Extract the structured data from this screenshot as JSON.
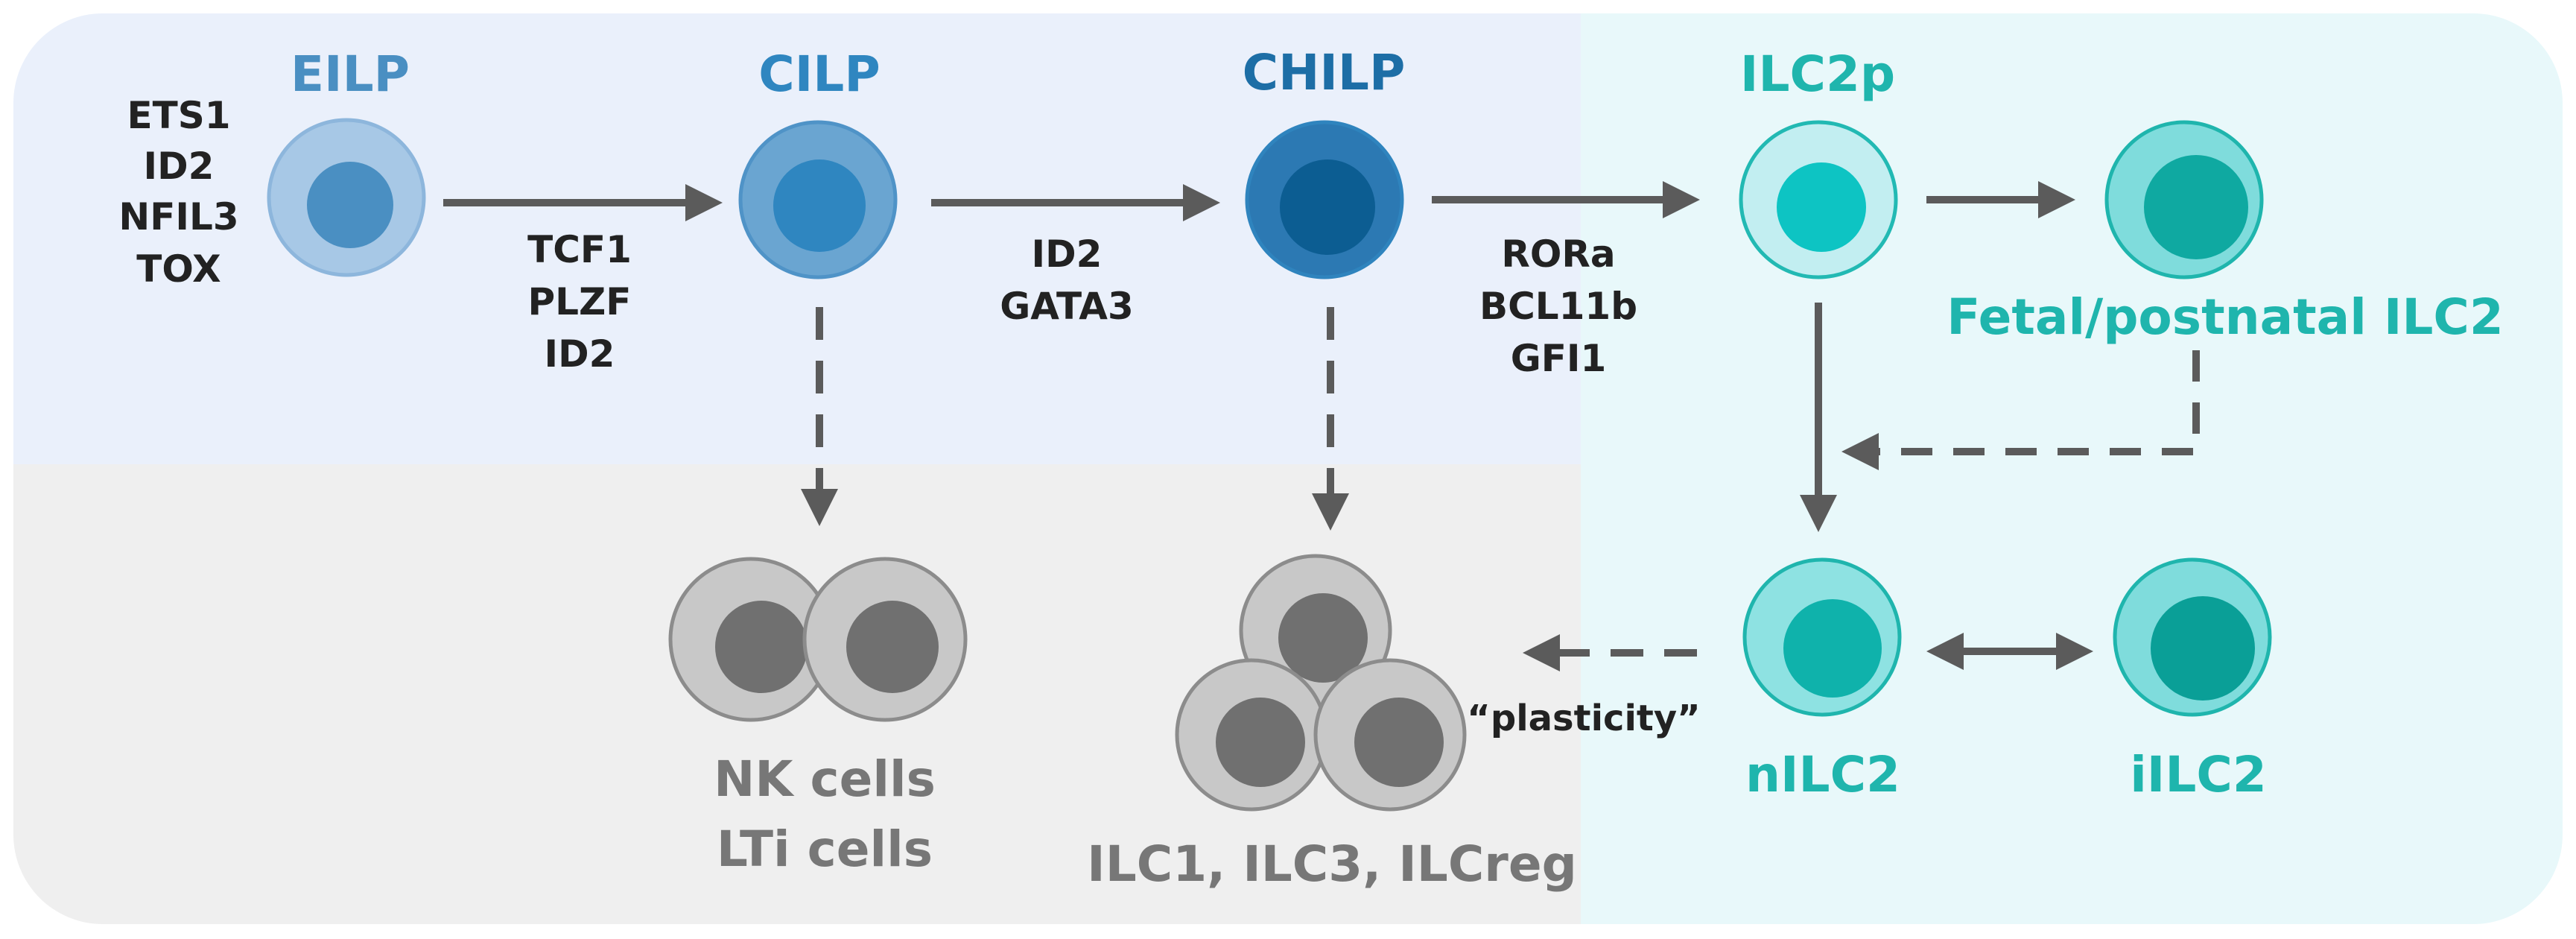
{
  "colors": {
    "panel_blue": "#eaf0fb",
    "panel_gray": "#efefef",
    "panel_teal": "#e8f8fa",
    "arrow": "#5b5b5b",
    "text_dark": "#222222",
    "text_gray": "#777777",
    "eilp": "#4a8fc2",
    "cilp": "#2f86c0",
    "chilp": "#1d6ea6",
    "teal": "#1fb5ad"
  },
  "nodes": {
    "eilp": {
      "label": "EILP",
      "factors": [
        "ETS1",
        "ID2",
        "NFIL3",
        "TOX"
      ]
    },
    "cilp": {
      "label": "CILP"
    },
    "chilp": {
      "label": "CHILP"
    },
    "ilc2p": {
      "label": "ILC2p"
    },
    "fetal": {
      "label": "Fetal/postnatal ILC2"
    },
    "nilc2": {
      "label": "nILC2"
    },
    "iilc2": {
      "label": "iILC2"
    },
    "nk": {
      "label_1": "NK cells",
      "label_2": "LTi cells"
    },
    "ilc1": {
      "label": "ILC1, ILC3, ILCreg"
    }
  },
  "edges": {
    "eilp_cilp": [
      "TCF1",
      "PLZF",
      "ID2"
    ],
    "cilp_chilp": [
      "ID2",
      "GATA3"
    ],
    "chilp_ilc2p": [
      "RORa",
      "BCL11b",
      "GFI1"
    ],
    "plasticity": "“plasticity”"
  }
}
